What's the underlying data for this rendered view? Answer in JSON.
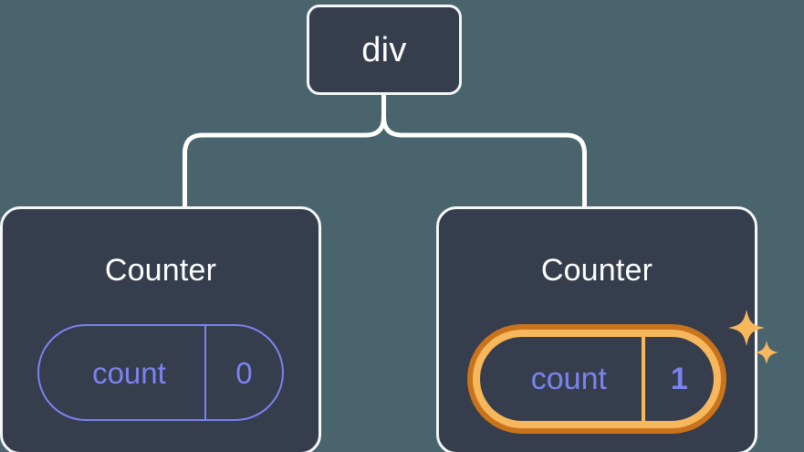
{
  "diagram": {
    "type": "component-tree",
    "title": "React component tree with counter state",
    "background_color": "#4a646d",
    "card_fill_color": "#363d4d",
    "card_border_color": "#f4f6f8",
    "connector_color": "#ffffff",
    "state_accent_color": "#7b83f0",
    "highlight_outer_color": "#c9731b",
    "highlight_inner_color": "#f7b75c"
  },
  "root": {
    "label": "div"
  },
  "children": [
    {
      "title": "Counter",
      "state": {
        "key": "count",
        "value": "0"
      },
      "highlighted": false
    },
    {
      "title": "Counter",
      "state": {
        "key": "count",
        "value": "1"
      },
      "highlighted": true,
      "sparkle_count": 2
    }
  ]
}
